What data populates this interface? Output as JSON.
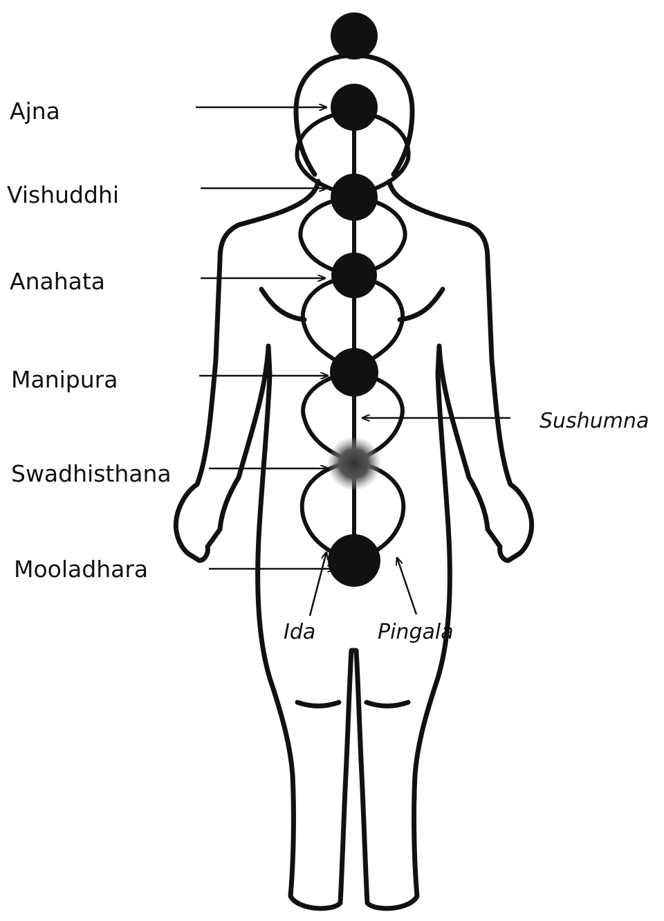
{
  "chakras": [
    {
      "name": "Ajna"
    },
    {
      "name": "Vishuddhi"
    },
    {
      "name": "Anahata"
    },
    {
      "name": "Manipura"
    },
    {
      "name": "Swadhisthana"
    },
    {
      "name": "Mooladhara"
    }
  ],
  "channels": {
    "central": "Sushumna",
    "left": "Ida",
    "right": "Pingala"
  },
  "colors": {
    "ink": "#111111",
    "background": "#ffffff"
  }
}
